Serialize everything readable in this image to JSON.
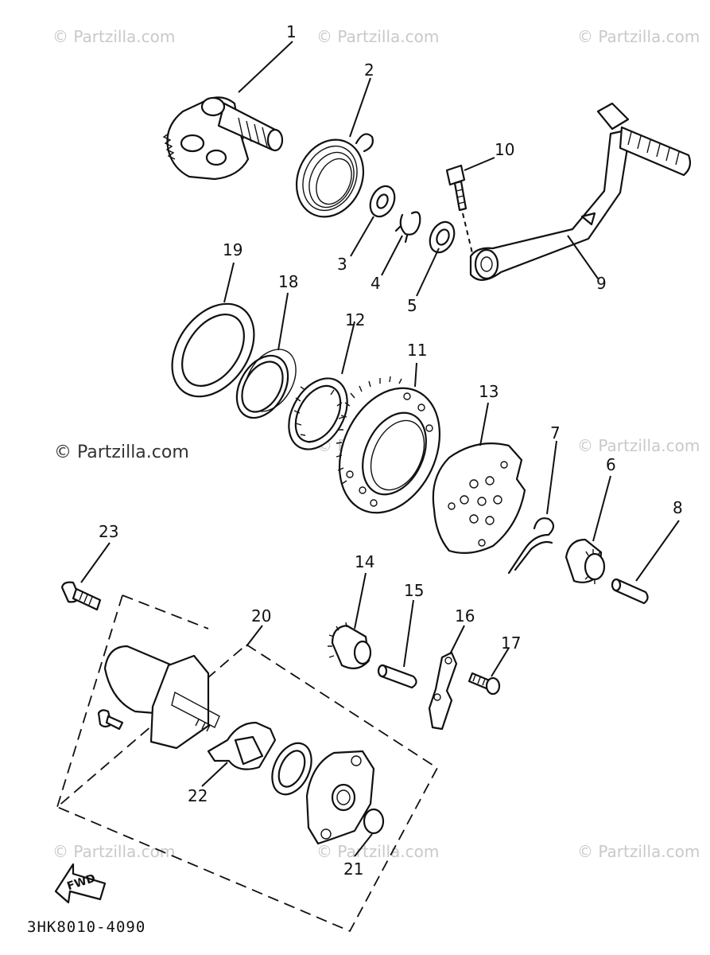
{
  "watermark": "© Partzilla.com",
  "diagram_code": "3HK8010-4090",
  "fwd_label": "FWD",
  "callouts": {
    "p1": "1",
    "p2": "2",
    "p3": "3",
    "p4": "4",
    "p5": "5",
    "p6": "6",
    "p7": "7",
    "p8": "8",
    "p9": "9",
    "p10": "10",
    "p11": "11",
    "p12": "12",
    "p13": "13",
    "p14": "14",
    "p15": "15",
    "p16": "16",
    "p17": "17",
    "p18": "18",
    "p19": "19",
    "p20": "20",
    "p21": "21",
    "p22": "22",
    "p23": "23"
  }
}
